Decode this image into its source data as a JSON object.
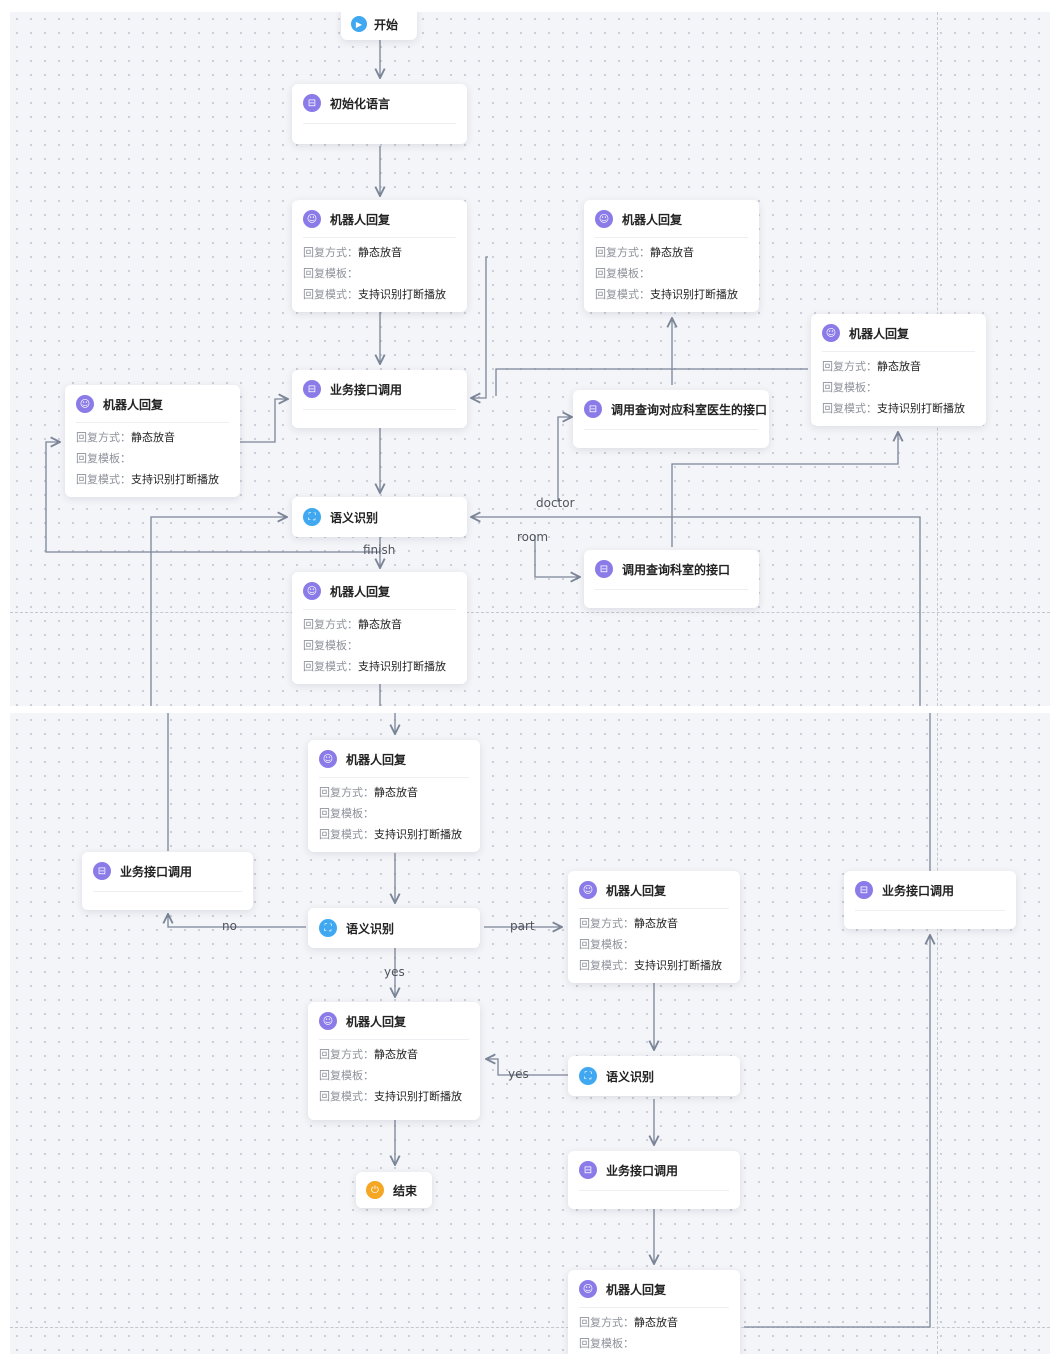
{
  "colors": {
    "edge": "#7b8597",
    "robot_icon": "#8a7be8",
    "nlu_icon": "#3fa8f0",
    "end_icon": "#f5a623",
    "start_icon": "#3fa8f0"
  },
  "icons": {
    "start": "play-icon",
    "robot": "robot-icon",
    "api": "api-icon",
    "nlu": "scan-icon",
    "end": "power-icon"
  },
  "reply_labels": {
    "method_key": "回复方式：",
    "method_val": "静态放音",
    "template_key": "回复模板：",
    "mode_key": "回复模式：",
    "mode_val": "支持识别打断播放"
  },
  "nodes": {
    "start": "开始",
    "init_lang": "初始化语言",
    "robot_reply": "机器人回复",
    "api_call": "业务接口调用",
    "api_doctor": "调用查询对应科室医生的接口",
    "api_room": "调用查询科室的接口",
    "nlu": "语义识别",
    "end": "结束"
  },
  "edge_labels": {
    "doctor": "doctor",
    "room": "room",
    "finish": "finish",
    "no": "no",
    "part": "part",
    "yes": "yes"
  }
}
